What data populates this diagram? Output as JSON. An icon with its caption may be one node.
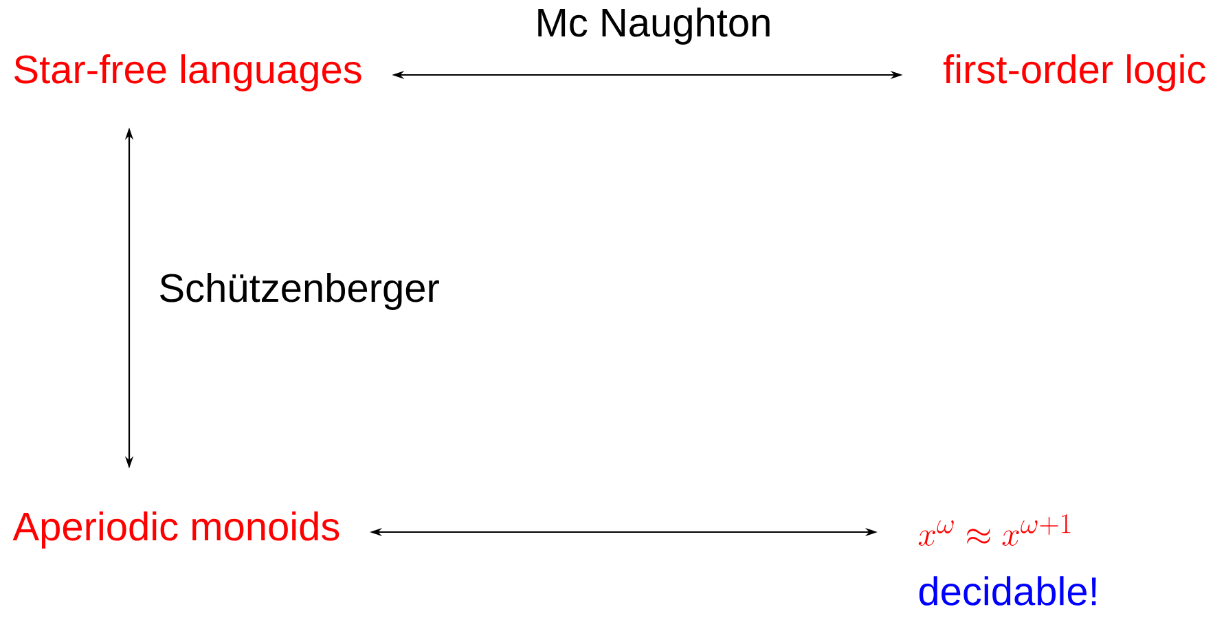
{
  "diagram": {
    "nodes": [
      {
        "text": [
          "Star-free languages"
        ]
      },
      {
        "text": [
          "first-order logic"
        ]
      },
      {
        "text": [
          "Aperiodic monoids"
        ]
      },
      {
        "text": [
          "x^{\\omega} \\approx x^{\\omega+1}"
        ],
        "beside": [
          "decidable!"
        ]
      }
    ],
    "edges": [
      {
        "from": 0,
        "to": 1,
        "arrow": "both",
        "label": "Mc Naughton"
      },
      {
        "from": 0,
        "to": 2,
        "arrow": "both",
        "label": "Schützenberger"
      },
      {
        "from": 2,
        "to": 3,
        "arrow": "both"
      }
    ]
  }
}
